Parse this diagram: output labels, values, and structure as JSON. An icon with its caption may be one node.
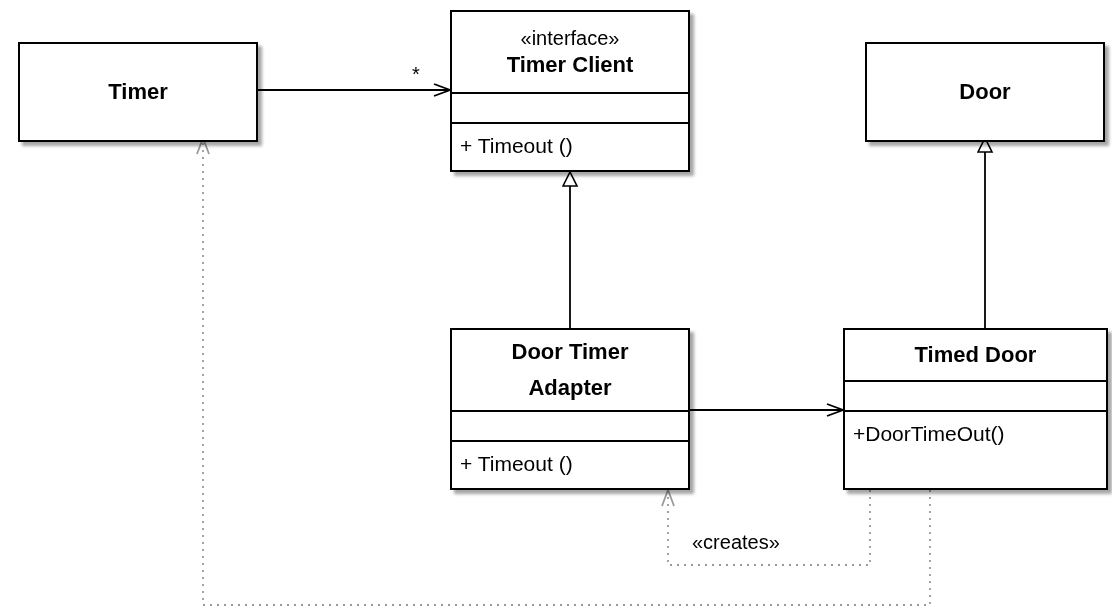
{
  "diagram": {
    "nodes": [
      {
        "text": [
          "Timer"
        ]
      },
      {
        "text": [
          "«interface»",
          "Timer Client",
          "+ Timeout ()"
        ]
      },
      {
        "text": [
          "Door"
        ]
      },
      {
        "text": [
          "Door Timer Adapter",
          "+ Timeout ()"
        ]
      },
      {
        "text": [
          "Timed Door",
          "+DoorTimeOut()"
        ]
      }
    ],
    "edges": [
      {
        "from": 0,
        "to": 1,
        "arrow": "to",
        "label": "*"
      },
      {
        "from": 3,
        "to": 1,
        "arrow": "to"
      },
      {
        "from": 4,
        "to": 2,
        "arrow": "to"
      },
      {
        "from": 3,
        "to": 4,
        "arrow": "to"
      },
      {
        "from": 4,
        "to": 3,
        "arrow": "to",
        "label": "«creates»",
        "style": "dashed",
        "color": "#999999"
      },
      {
        "from": 4,
        "to": 0,
        "arrow": "to",
        "style": "dashed",
        "color": "#999999"
      }
    ]
  }
}
